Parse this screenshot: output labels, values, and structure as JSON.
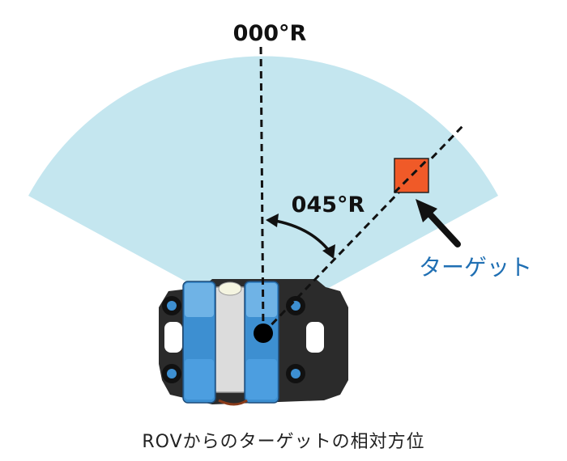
{
  "labels": {
    "heading_reference": "000°R",
    "relative_bearing": "045°R",
    "target": "ターゲット"
  },
  "caption": "ROVからのターゲットの相対方位",
  "colors": {
    "sector_fill": "#c4e6ef",
    "target_fill": "#f05a28",
    "target_label": "#1f6fb3",
    "line": "#111111",
    "rov_body": "#2b2b2b",
    "rov_blue": "#3d8fd1",
    "rov_blue_light": "#6fb3e6",
    "rov_hull": "#dcdcdc"
  },
  "icons": {
    "target": "orange-square",
    "rov": "rov-top-view"
  }
}
